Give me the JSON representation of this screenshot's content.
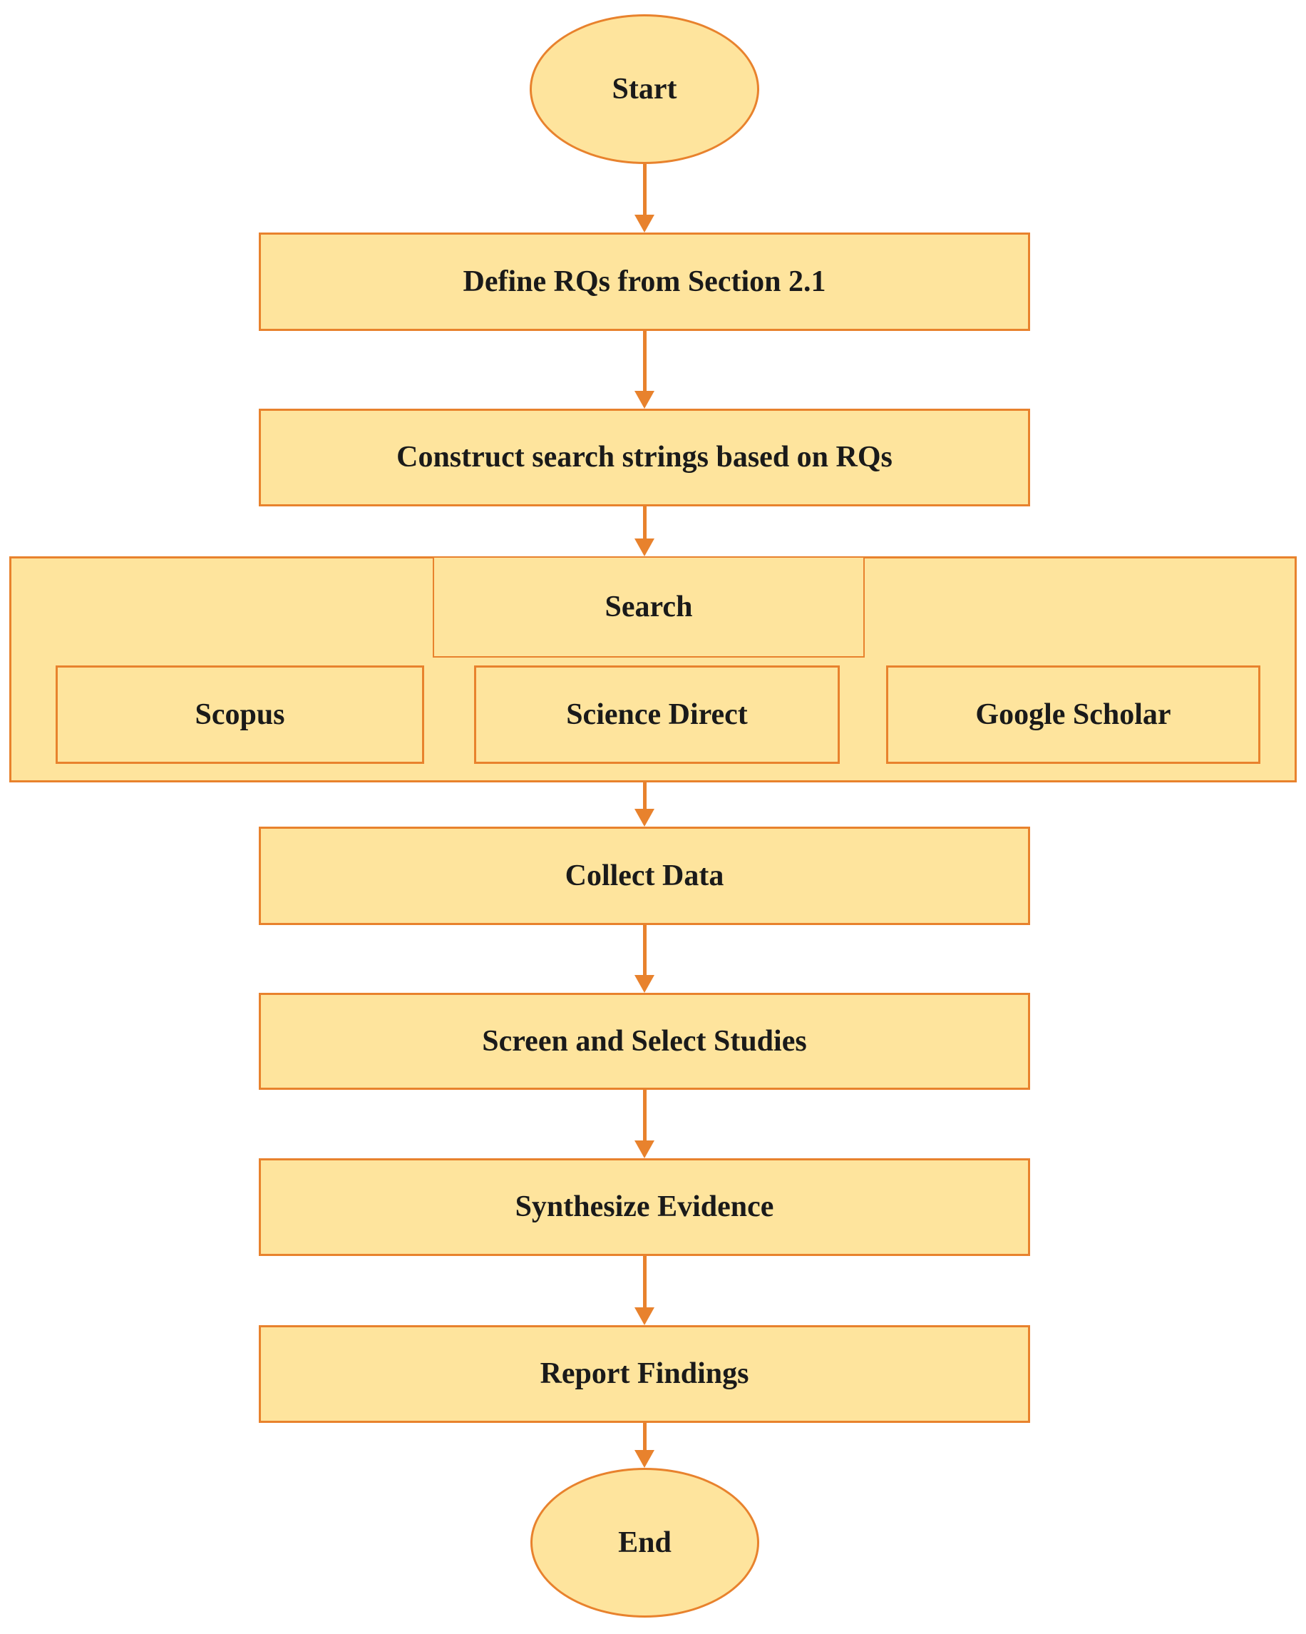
{
  "meta": {
    "figure_type": "flowchart"
  },
  "colors": {
    "node_fill": "#FEE49D",
    "outline": "#E8822D",
    "arrow": "#E8822D",
    "text": "#1A1A1A",
    "background": "#FFFFFF"
  },
  "nodes": {
    "start": {
      "label": "Start",
      "shape": "ellipse"
    },
    "define_rqs": {
      "label": "Define RQs from Section 2.1",
      "shape": "process"
    },
    "construct_search_strings": {
      "label": "Construct search strings based on RQs",
      "shape": "process"
    },
    "search": {
      "label": "Search",
      "shape": "group",
      "databases": [
        {
          "label": "Scopus"
        },
        {
          "label": "Science Direct"
        },
        {
          "label": "Google Scholar"
        }
      ]
    },
    "collect_data": {
      "label": "Collect Data",
      "shape": "process"
    },
    "screen_select": {
      "label": "Screen and Select Studies",
      "shape": "process"
    },
    "synthesize_evidence": {
      "label": "Synthesize Evidence",
      "shape": "process"
    },
    "report_findings": {
      "label": "Report Findings",
      "shape": "process"
    },
    "end": {
      "label": "End",
      "shape": "ellipse"
    }
  },
  "flow_sequence": [
    "start",
    "define_rqs",
    "construct_search_strings",
    "search",
    "collect_data",
    "screen_select",
    "synthesize_evidence",
    "report_findings",
    "end"
  ]
}
